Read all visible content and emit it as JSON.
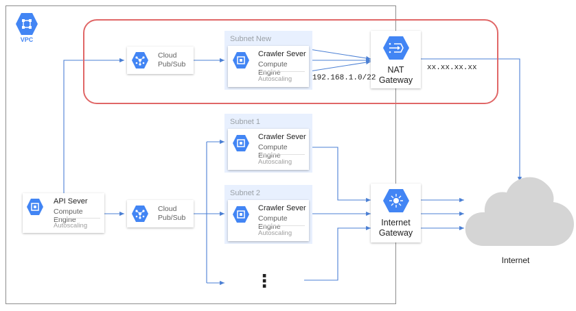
{
  "vpc": {
    "label": "VPC"
  },
  "subnets": [
    {
      "label": "Subnet New",
      "server_title": "Crawler Sever",
      "server_sub": "Compute Engine",
      "autoscaling": "Autoscaling"
    },
    {
      "label": "Subnet 1",
      "server_title": "Crawler Sever",
      "server_sub": "Compute Engine",
      "autoscaling": "Autoscaling"
    },
    {
      "label": "Subnet 2",
      "server_title": "Crawler Sever",
      "server_sub": "Compute Engine",
      "autoscaling": "Autoscaling"
    }
  ],
  "pubsub_top": {
    "line1": "Cloud",
    "line2": "Pub/Sub"
  },
  "pubsub_bottom": {
    "line1": "Cloud",
    "line2": "Pub/Sub"
  },
  "api_server": {
    "title": "API Sever",
    "sub": "Compute Engine",
    "autoscaling": "Autoscaling"
  },
  "nat_gateway": {
    "line1": "NAT",
    "line2": "Gateway",
    "cidr": "192.168.1.0/22",
    "external_ip": "xx.xx.xx.xx"
  },
  "internet_gateway": {
    "line1": "Internet",
    "line2": "Gateway"
  },
  "internet": {
    "label": "Internet"
  },
  "ellipsis": "⋮",
  "colors": {
    "line": "#4a7fd4",
    "hex": "#4285f4",
    "subnet_bg": "#e8f0fe",
    "nat_border": "#e06666",
    "cloud": "#d5d5d5"
  }
}
